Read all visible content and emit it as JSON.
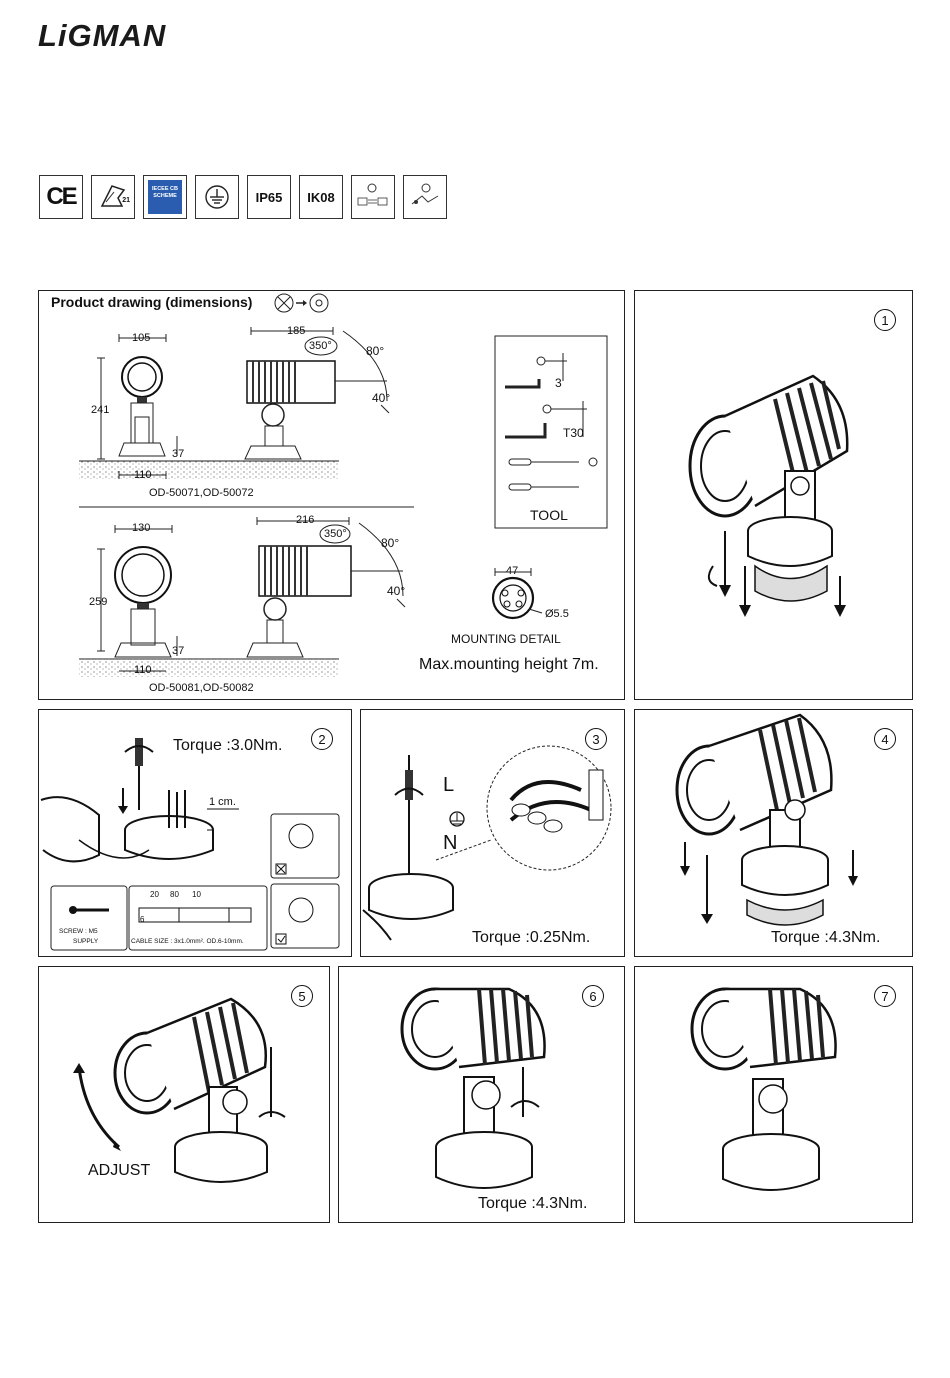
{
  "brand": {
    "logo_text": "LiGMAN"
  },
  "certifications": [
    {
      "name": "ce-mark-icon",
      "label": "CE"
    },
    {
      "name": "class-mark-icon",
      "label": "21"
    },
    {
      "name": "iecee-cb-icon",
      "label": "IECEE CB SCHEME"
    },
    {
      "name": "earth-ground-icon",
      "label": ""
    },
    {
      "name": "ip-rating-badge",
      "label": "IP65"
    },
    {
      "name": "ik-rating-badge",
      "label": "IK08"
    },
    {
      "name": "lamp-replace-icon",
      "label": ""
    },
    {
      "name": "driver-replace-icon",
      "label": ""
    }
  ],
  "product_drawing": {
    "title": "Product drawing (dimensions)",
    "model_a": {
      "label": "OD-50071,OD-50072",
      "width": "105",
      "height": "241",
      "base": "110",
      "stem": "37",
      "depth": "185",
      "rotation": "350°",
      "tilt_max": "80°",
      "tilt_min": "40°"
    },
    "model_b": {
      "label": "OD-50081,OD-50082",
      "width": "130",
      "height": "259",
      "base": "110",
      "stem": "37",
      "depth": "216",
      "rotation": "350°",
      "tilt_max": "80°",
      "tilt_min": "40°"
    },
    "tool": {
      "label": "TOOL",
      "hex_size": "3",
      "torx_size": "T30"
    },
    "mounting": {
      "spacing": "47",
      "hole": "Ø5.5",
      "label": "MOUNTING DETAIL",
      "max_height": "Max.mounting height 7m."
    }
  },
  "steps": [
    {
      "n": "1"
    },
    {
      "n": "2",
      "torque": "Torque :3.0Nm.",
      "strip": "1 cm.",
      "screw": "SCREW : M5",
      "supply": "SUPPLY",
      "cable": "CABLE SIZE : 3x1.0mm². OD.6-10mm.",
      "d1": "20",
      "d2": "80",
      "d3": "10",
      "d4": "6"
    },
    {
      "n": "3",
      "torque": "Torque :0.25Nm.",
      "live": "L",
      "neutral": "N"
    },
    {
      "n": "4",
      "torque": "Torque :4.3Nm."
    },
    {
      "n": "5",
      "action": "ADJUST"
    },
    {
      "n": "6",
      "torque": "Torque :4.3Nm."
    },
    {
      "n": "7"
    }
  ]
}
